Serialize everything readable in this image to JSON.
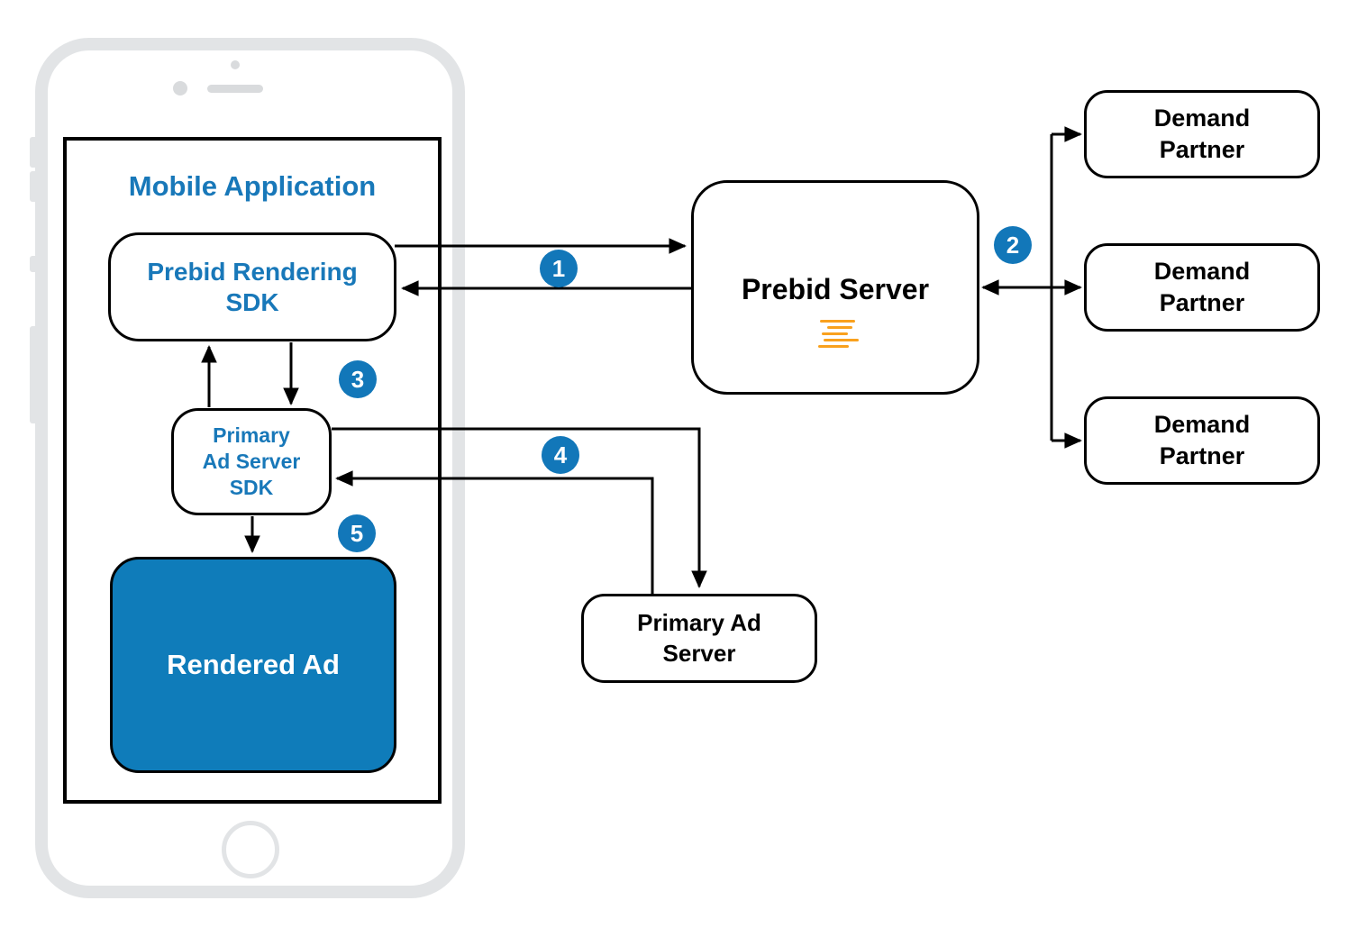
{
  "colors": {
    "accent_blue": "#0f7cba",
    "badge_blue": "#1277b9",
    "text_blue": "#1878b9",
    "prebid_orange": "#f9a11e",
    "phone_gray": "#e2e4e6",
    "line_black": "#000000"
  },
  "mobile_app": {
    "title": "Mobile Application"
  },
  "nodes": {
    "prebid_rendering_sdk": {
      "lines": [
        "Prebid Rendering",
        "SDK"
      ]
    },
    "primary_ad_server_sdk": {
      "lines": [
        "Primary",
        "Ad Server",
        "SDK"
      ]
    },
    "rendered_ad": {
      "label": "Rendered Ad"
    },
    "prebid_server": {
      "label": "Prebid Server",
      "icon": "prebid-lines-icon"
    },
    "primary_ad_server": {
      "lines": [
        "Primary Ad",
        "Server"
      ]
    },
    "demand_partners": [
      {
        "lines": [
          "Demand",
          "Partner"
        ]
      },
      {
        "lines": [
          "Demand",
          "Partner"
        ]
      },
      {
        "lines": [
          "Demand",
          "Partner"
        ]
      }
    ]
  },
  "steps": [
    {
      "number": "1"
    },
    {
      "number": "2"
    },
    {
      "number": "3"
    },
    {
      "number": "4"
    },
    {
      "number": "5"
    }
  ]
}
